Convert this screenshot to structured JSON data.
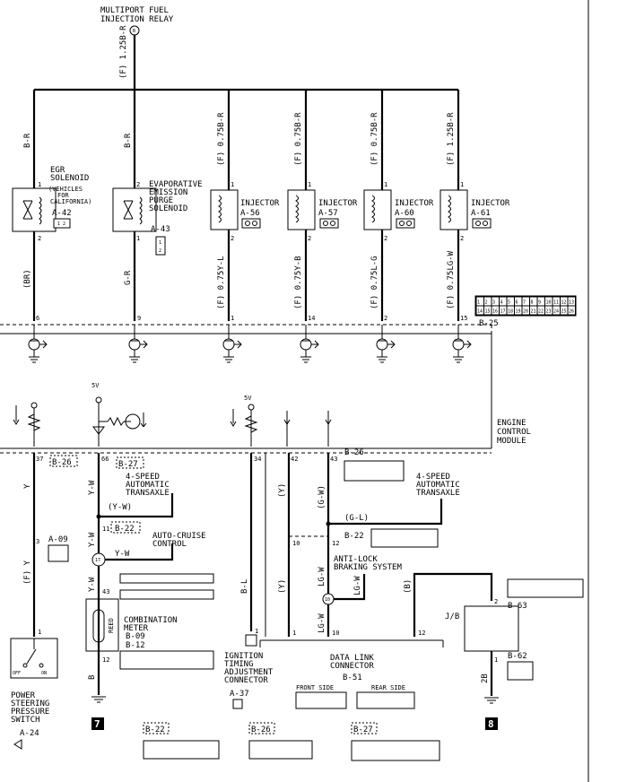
{
  "title": {
    "line1": "MULTIPORT FUEL",
    "line2": "INJECTION RELAY",
    "connector": "B"
  },
  "supply": {
    "wire": "(F) 1.25B-R"
  },
  "top_wires": [
    "B-R",
    "B-R",
    "(F) 0.75B-R",
    "(F) 0.75B-R",
    "(F) 0.75B-R",
    "(F) 1.25B-R"
  ],
  "egr": {
    "line1": "EGR",
    "line2": "SOLENOID",
    "note1": "(VEHICLES",
    "note2": "FOR",
    "note3": "CALIFORNIA)",
    "conn": "A-42",
    "pin_top": "1",
    "pin_bot": "2",
    "wire": "(BR)",
    "ecm_pin": "6"
  },
  "purge": {
    "line1": "EVAPORATIVE",
    "line2": "EMISSION",
    "line3": "PURGE",
    "line4": "SOLENOID",
    "conn": "A-43",
    "pin_top": "2",
    "pin_bot": "1",
    "wire": "G-R",
    "ecm_pin": "9"
  },
  "injectors": [
    {
      "label": "INJECTOR",
      "conn": "A-56",
      "pin_top": "1",
      "pin_bot": "2",
      "wire": "(F) 0.75Y-L",
      "ecm_pin": "1"
    },
    {
      "label": "INJECTOR",
      "conn": "A-57",
      "pin_top": "1",
      "pin_bot": "2",
      "wire": "(F) 0.75Y-B",
      "ecm_pin": "14"
    },
    {
      "label": "INJECTOR",
      "conn": "A-60",
      "pin_top": "1",
      "pin_bot": "2",
      "wire": "(F) 0.75L-G",
      "ecm_pin": "2"
    },
    {
      "label": "INJECTOR",
      "conn": "A-61",
      "pin_top": "1",
      "pin_bot": "2",
      "wire": "(F) 0.75LG-W",
      "ecm_pin": "15"
    }
  ],
  "ecm": {
    "conn": "B-25",
    "line1": "ENGINE",
    "line2": "CONTROL",
    "line3": "MODULE",
    "five_v_a": "5V",
    "five_v_b": "5V"
  },
  "b25_pins": {
    "row1": [
      "1",
      "2",
      "3",
      "4",
      "5",
      "6",
      "7",
      "8",
      "9",
      "10",
      "11",
      "12",
      "13"
    ],
    "row2": [
      "14",
      "15",
      "16",
      "17",
      "18",
      "19",
      "20",
      "21",
      "22",
      "23",
      "24",
      "25",
      "26"
    ]
  },
  "lower": {
    "pin37": "37",
    "conn_b26": "B-26",
    "wire_y": "Y",
    "conn_a09": "A-09",
    "pin_a09": "3",
    "wire_fy": "(F) Y",
    "pin_ps": "1",
    "ps_off": "OFF",
    "ps_on": "ON",
    "ps_line1": "POWER",
    "ps_line2": "STEERING",
    "ps_line3": "PRESSURE",
    "ps_line4": "SWITCH",
    "ps_conn": "A-24",
    "pin66": "66",
    "conn_b27": "B-27",
    "wire_yw": "Y-W",
    "at_line1": "4-SPEED",
    "at_line2": "AUTOMATIC",
    "at_line3": "TRANSAXLE",
    "wire_yw_paren": "(Y-W)",
    "pin11": "11",
    "conn_b22": "B-22",
    "wire_yw2": "Y-W",
    "node17": "17",
    "wire_yw3": "Y-W",
    "acc_line1": "AUTO-CRUISE",
    "acc_line2": "CONTROL",
    "wire_yw4": "Y-W",
    "pin43": "43",
    "cm_line1": "COMBINATION",
    "cm_line2": "METER",
    "cm_conn1": "B-09",
    "cm_conn2": "B-12",
    "reed": "REED",
    "pin12": "12",
    "wire_b": "B",
    "gnd7": "7",
    "pin34": "34",
    "wire_bl": "B-L",
    "pin_itac": "1",
    "it_line1": "IGNITION",
    "it_line2": "TIMING",
    "it_line3": "ADJUSTMENT",
    "it_line4": "CONNECTOR",
    "it_conn": "A-37",
    "pin42": "42",
    "wire_y_paren": "(Y)",
    "pin43b": "43",
    "conn_b26b": "B-26",
    "wire_gw": "(G-W)",
    "at2_line1": "4-SPEED",
    "at2_line2": "AUTOMATIC",
    "at2_line3": "TRANSAXLE",
    "wire_gl": "(G-L)",
    "pin10a": "10",
    "pin12a": "12",
    "conn_b22b": "B-22",
    "wire_y2": "(Y)",
    "wire_lgw": "LG-W",
    "abs_line1": "ANTI-LOCK",
    "abs_line2": "BRAKING SYSTEM",
    "node10": "10",
    "wire_lgw2": "LG-W",
    "wire_lgw3": "LG-W",
    "wire_b_paren": "(B)",
    "pin_dl1": "1",
    "pin_dl10": "10",
    "pin_dl12": "12",
    "dl_line1": "DATA LINK",
    "dl_line2": "CONNECTOR",
    "dl_conn": "B-51",
    "front_side": "FRONT SIDE",
    "rear_side": "REAR SIDE",
    "jb": "J/B",
    "pin_jb2": "2",
    "conn_b63": "B-63",
    "pin_jb1": "1",
    "wire_2b": "2B",
    "conn_b62": "B-62",
    "gnd8": "8",
    "bottom_b22": "B-22",
    "bottom_b26": "B-26",
    "bottom_b27": "B-27"
  }
}
